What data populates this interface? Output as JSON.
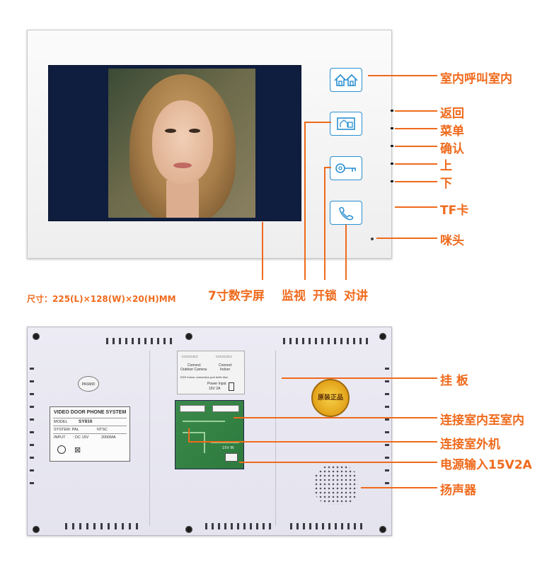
{
  "front": {
    "dimensions_text": "尺寸：225(L)×128(W)×20(H)MM",
    "icons": [
      "intercom-icon",
      "monitor-icon",
      "key-icon",
      "phone-handset-icon"
    ],
    "callouts": {
      "intercom": "室内呼叫室内",
      "back": "返回",
      "menu": "菜单",
      "confirm": "确认",
      "up": "上",
      "down": "下",
      "tf_card": "TF卡",
      "mic": "咪头",
      "screen": "7寸数字屏",
      "monitor": "监视",
      "unlock": "开锁",
      "talk": "对讲"
    }
  },
  "back": {
    "callouts": {
      "hanger": "挂 板",
      "indoor_link": "连接室内至室内",
      "outdoor_link": "连接室外机",
      "power": "电源输入15V2A",
      "speaker": "扬声器"
    },
    "spec_label": {
      "title": "VIDEO DOOR PHONE SYSTEM",
      "model_key": "MODEL",
      "model_val": "SY816",
      "system_key": "SYSTEM: PAL",
      "ntsc": "NTSC",
      "input_key": "INPUT",
      "input_val": ": DC 15V",
      "current": "2000MA"
    },
    "round_sticker": "PASMID",
    "badge_text": "原装正品",
    "top_sticker": {
      "connect_1": "Connect",
      "outdoor_camera": "Outdoor Camera",
      "connect_2": "Connect",
      "indoor": "Indoor",
      "note": "EDS indoor connection port defin ition",
      "power_input": "Power Input",
      "power_val": "15V 2A"
    },
    "pcb_label": "15V IN"
  },
  "colors": {
    "accent": "#ef6a1c",
    "button_border": "#2a8fd0"
  }
}
